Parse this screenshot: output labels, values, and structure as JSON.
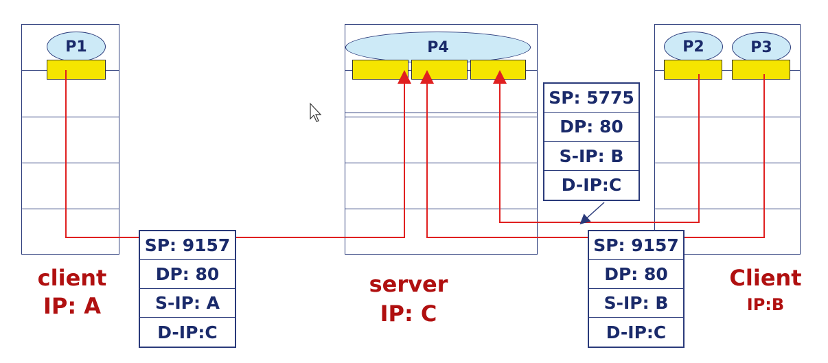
{
  "diagram": {
    "processes": {
      "p1": "P1",
      "p2": "P2",
      "p3": "P3",
      "p4": "P4"
    },
    "hosts": {
      "client_a": {
        "name": "client",
        "ip": "IP: A"
      },
      "server": {
        "name": "server",
        "ip": "IP: C"
      },
      "client_b": {
        "name": "Client",
        "ip": "IP:B"
      }
    },
    "headers": {
      "a_to_c": {
        "sp": "SP: 9157",
        "dp": "DP: 80",
        "sip": "S-IP: A",
        "dip": "D-IP:C"
      },
      "b_to_c_p2": {
        "sp": "SP: 5775",
        "dp": "DP: 80",
        "sip": "S-IP: B",
        "dip": "D-IP:C"
      },
      "b_to_c_p3": {
        "sp": "SP: 9157",
        "dp": "DP: 80",
        "sip": "S-IP: B",
        "dip": "D-IP:C"
      }
    },
    "colors": {
      "wire": "#e02020",
      "socket": "#f5e500",
      "process": "#cdeaf7",
      "outline": "#2a3a7a",
      "label": "#b01010"
    }
  }
}
